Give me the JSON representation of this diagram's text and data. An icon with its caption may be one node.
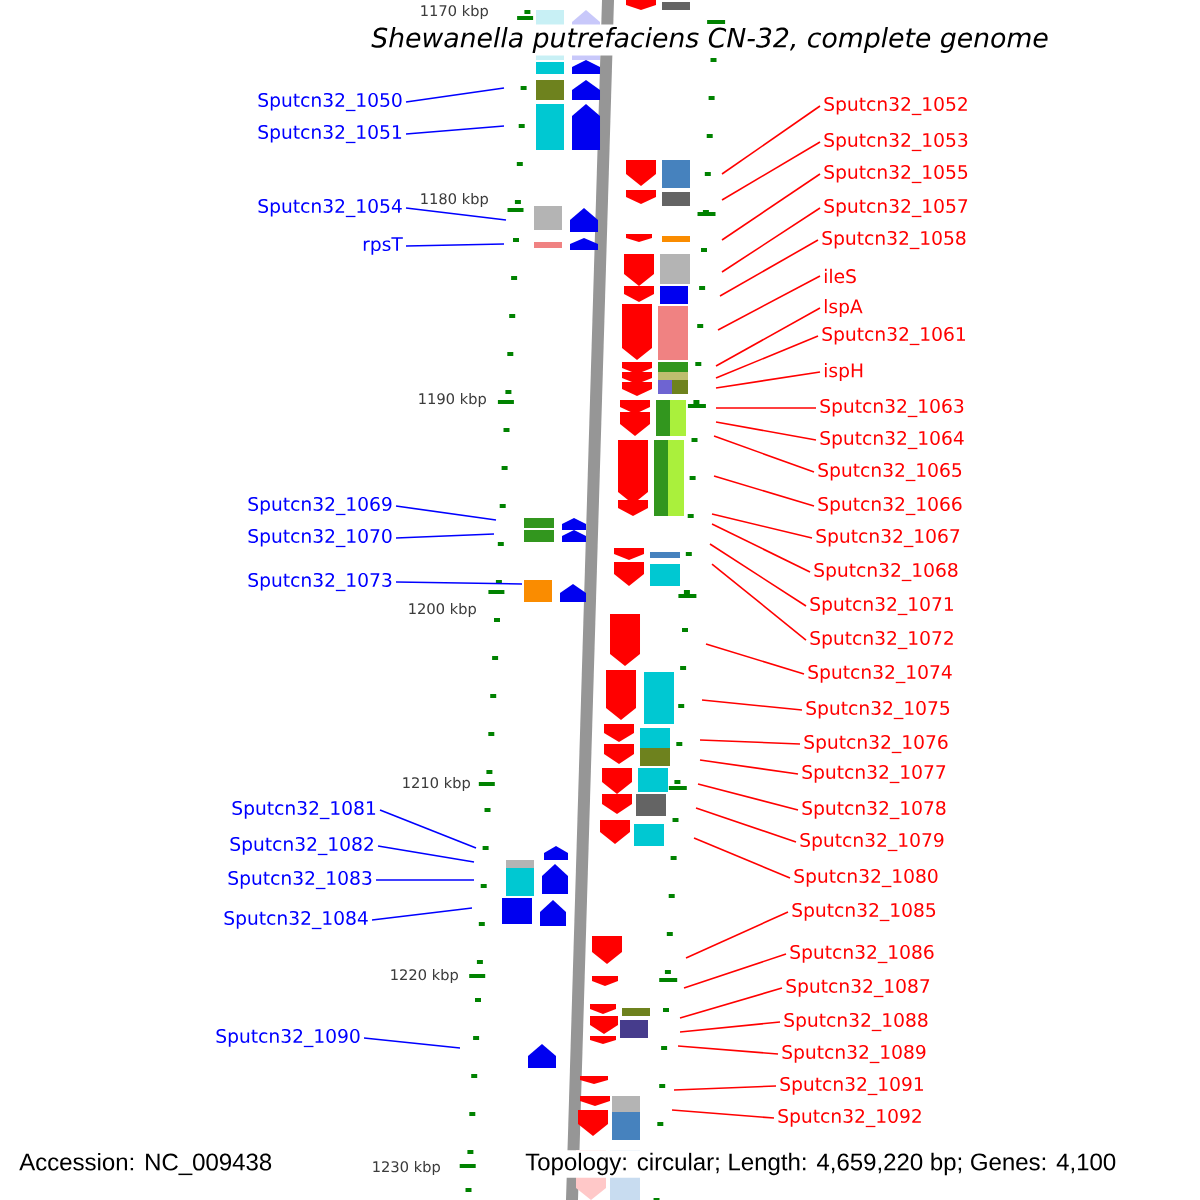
{
  "diagram": {
    "title": "Shewanella putrefaciens CN-32, complete genome",
    "nodes": [
      {
        "text": [
          "Sputcn32_1050"
        ]
      },
      {
        "text": [
          "Sputcn32_1051"
        ]
      },
      {
        "text": [
          "Sputcn32_1054"
        ]
      },
      {
        "text": [
          "rpsT"
        ]
      },
      {
        "text": [
          "Sputcn32_1069"
        ]
      },
      {
        "text": [
          "Sputcn32_1070"
        ]
      },
      {
        "text": [
          "Sputcn32_1073"
        ]
      },
      {
        "text": [
          "Sputcn32_1081"
        ]
      },
      {
        "text": [
          "Sputcn32_1082"
        ]
      },
      {
        "text": [
          "Sputcn32_1083"
        ]
      },
      {
        "text": [
          "Sputcn32_1084"
        ]
      },
      {
        "text": [
          "Sputcn32_1090"
        ]
      },
      {
        "text": [
          "Sputcn32_1052"
        ]
      },
      {
        "text": [
          "Sputcn32_1053"
        ]
      },
      {
        "text": [
          "Sputcn32_1055"
        ]
      },
      {
        "text": [
          "Sputcn32_1057"
        ]
      },
      {
        "text": [
          "Sputcn32_1058"
        ]
      },
      {
        "text": [
          "ileS"
        ]
      },
      {
        "text": [
          "lspA"
        ]
      },
      {
        "text": [
          "Sputcn32_1061"
        ]
      },
      {
        "text": [
          "ispH"
        ]
      },
      {
        "text": [
          "Sputcn32_1063"
        ]
      },
      {
        "text": [
          "Sputcn32_1064"
        ]
      },
      {
        "text": [
          "Sputcn32_1065"
        ]
      },
      {
        "text": [
          "Sputcn32_1066"
        ]
      },
      {
        "text": [
          "Sputcn32_1067"
        ]
      },
      {
        "text": [
          "Sputcn32_1068"
        ]
      },
      {
        "text": [
          "Sputcn32_1071"
        ]
      },
      {
        "text": [
          "Sputcn32_1072"
        ]
      },
      {
        "text": [
          "Sputcn32_1074"
        ]
      },
      {
        "text": [
          "Sputcn32_1075"
        ]
      },
      {
        "text": [
          "Sputcn32_1076"
        ]
      },
      {
        "text": [
          "Sputcn32_1077"
        ]
      },
      {
        "text": [
          "Sputcn32_1078"
        ]
      },
      {
        "text": [
          "Sputcn32_1079"
        ]
      },
      {
        "text": [
          "Sputcn32_1080"
        ]
      },
      {
        "text": [
          "Sputcn32_1085"
        ]
      },
      {
        "text": [
          "Sputcn32_1086"
        ]
      },
      {
        "text": [
          "Sputcn32_1087"
        ]
      },
      {
        "text": [
          "Sputcn32_1088"
        ]
      },
      {
        "text": [
          "Sputcn32_1089"
        ]
      },
      {
        "text": [
          "Sputcn32_1091"
        ]
      },
      {
        "text": [
          "Sputcn32_1092"
        ]
      }
    ],
    "edges": [
      {
        "from": 0,
        "to": null,
        "arrow": "none",
        "color": "#0000ff"
      },
      {
        "from": 1,
        "to": null,
        "arrow": "none",
        "color": "#0000ff"
      },
      {
        "from": 2,
        "to": null,
        "arrow": "none",
        "color": "#0000ff"
      },
      {
        "from": 3,
        "to": null,
        "arrow": "none",
        "color": "#0000ff"
      },
      {
        "from": 4,
        "to": null,
        "arrow": "none",
        "color": "#0000ff"
      },
      {
        "from": 5,
        "to": null,
        "arrow": "none",
        "color": "#0000ff"
      },
      {
        "from": 6,
        "to": null,
        "arrow": "none",
        "color": "#0000ff"
      },
      {
        "from": 7,
        "to": null,
        "arrow": "none",
        "color": "#0000ff"
      },
      {
        "from": 8,
        "to": null,
        "arrow": "none",
        "color": "#0000ff"
      },
      {
        "from": 9,
        "to": null,
        "arrow": "none",
        "color": "#0000ff"
      },
      {
        "from": 10,
        "to": null,
        "arrow": "none",
        "color": "#0000ff"
      },
      {
        "from": 11,
        "to": null,
        "arrow": "none",
        "color": "#0000ff"
      },
      {
        "from": 12,
        "to": null,
        "arrow": "none"
      },
      {
        "from": 13,
        "to": null,
        "arrow": "none"
      },
      {
        "from": 14,
        "to": null,
        "arrow": "none"
      },
      {
        "from": 15,
        "to": null,
        "arrow": "none"
      },
      {
        "from": 16,
        "to": null,
        "arrow": "none"
      },
      {
        "from": 17,
        "to": null,
        "arrow": "none"
      },
      {
        "from": 18,
        "to": null,
        "arrow": "none"
      },
      {
        "from": 19,
        "to": null,
        "arrow": "none"
      },
      {
        "from": 20,
        "to": null,
        "arrow": "none"
      },
      {
        "from": 21,
        "to": null,
        "arrow": "none"
      },
      {
        "from": 22,
        "to": null,
        "arrow": "none"
      },
      {
        "from": 23,
        "to": null,
        "arrow": "none"
      },
      {
        "from": 24,
        "to": null,
        "arrow": "none"
      },
      {
        "from": 25,
        "to": null,
        "arrow": "none"
      },
      {
        "from": 26,
        "to": null,
        "arrow": "none"
      },
      {
        "from": 27,
        "to": null,
        "arrow": "none"
      },
      {
        "from": 28,
        "to": null,
        "arrow": "none"
      },
      {
        "from": 29,
        "to": null,
        "arrow": "none"
      },
      {
        "from": 30,
        "to": null,
        "arrow": "none"
      },
      {
        "from": 31,
        "to": null,
        "arrow": "none"
      },
      {
        "from": 32,
        "to": null,
        "arrow": "none"
      },
      {
        "from": 33,
        "to": null,
        "arrow": "none"
      },
      {
        "from": 34,
        "to": null,
        "arrow": "none"
      },
      {
        "from": 35,
        "to": null,
        "arrow": "none"
      },
      {
        "from": 36,
        "to": null,
        "arrow": "none"
      },
      {
        "from": 37,
        "to": null,
        "arrow": "none"
      },
      {
        "from": 38,
        "to": null,
        "arrow": "none"
      },
      {
        "from": 39,
        "to": null,
        "arrow": "none"
      },
      {
        "from": 40,
        "to": null,
        "arrow": "none"
      },
      {
        "from": 41,
        "to": null,
        "arrow": "none"
      },
      {
        "from": 42,
        "to": null,
        "arrow": "none"
      }
    ],
    "labels": [
      "1170 kbp",
      "1180 kbp",
      "1190 kbp",
      "1200 kbp",
      "1210 kbp",
      "1220 kbp",
      "1230 kbp",
      "Accession: NC_009438",
      "Topology: circular; Length: 4,659,220 bp; Genes: 4,100"
    ]
  }
}
